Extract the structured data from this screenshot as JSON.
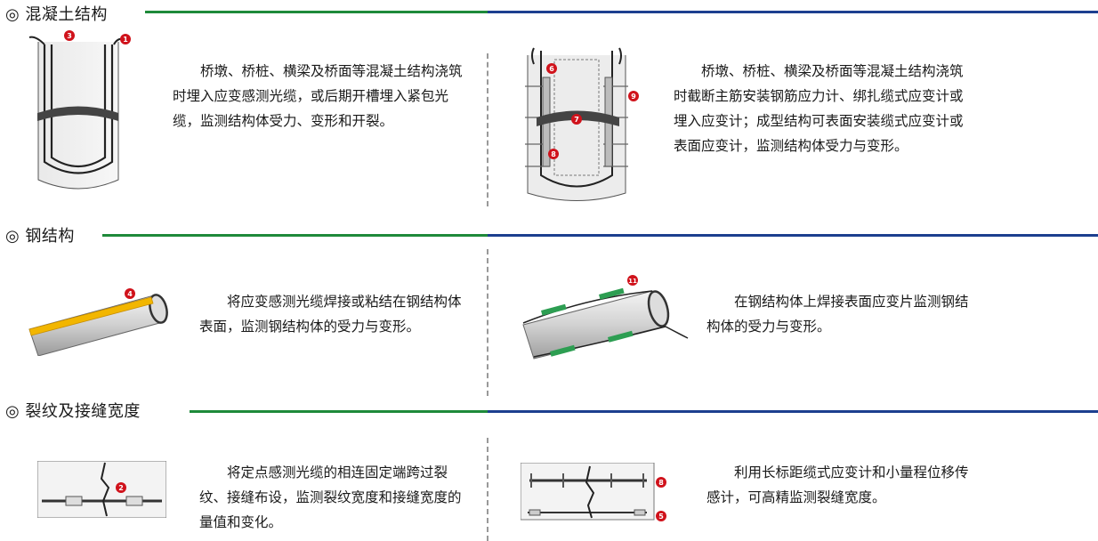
{
  "sections": [
    {
      "title": "◎ 混凝土结构",
      "left_text": "桥墩、桥桩、横梁及桥面等混凝土结构浇筑时埋入应变感测光缆，或后期开槽埋入紧包光缆，监测结构体受力、变形和开裂。",
      "right_text": "桥墩、桥桩、横梁及桥面等混凝土结构浇筑时截断主筋安装钢筋应力计、绑扎缆式应变计或埋入应变计；成型结构可表面安装缆式应变计或表面应变计，监测结构体受力与变形。"
    },
    {
      "title": "◎ 钢结构",
      "left_text": "将应变感测光缆焊接或粘结在钢结构体表面，监测钢结构体的受力与变形。",
      "right_text": "在钢结构体上焊接表面应变片监测钢结构体的受力与变形。"
    },
    {
      "title": "◎ 裂纹及接缝宽度",
      "left_text": "将定点感测光缆的相连固定端跨过裂纹、接缝布设，监测裂纹宽度和接缝宽度的量值和变化。",
      "right_text": "利用长标距缆式应变计和小量程位移传感计，可高精监测裂缝宽度。"
    }
  ],
  "badges": {
    "b1": "1",
    "b2": "2",
    "b3": "3",
    "b4": "4",
    "b5": "5",
    "b6": "6",
    "b7": "7",
    "b8": "8",
    "b9": "9",
    "b11": "11"
  },
  "colors": {
    "line_green": "#1e8a3a",
    "line_blue": "#1c3f8f",
    "badge_red": "#d0121b",
    "strain_green": "#2d9e52",
    "cable_yellow": "#f2b600"
  }
}
